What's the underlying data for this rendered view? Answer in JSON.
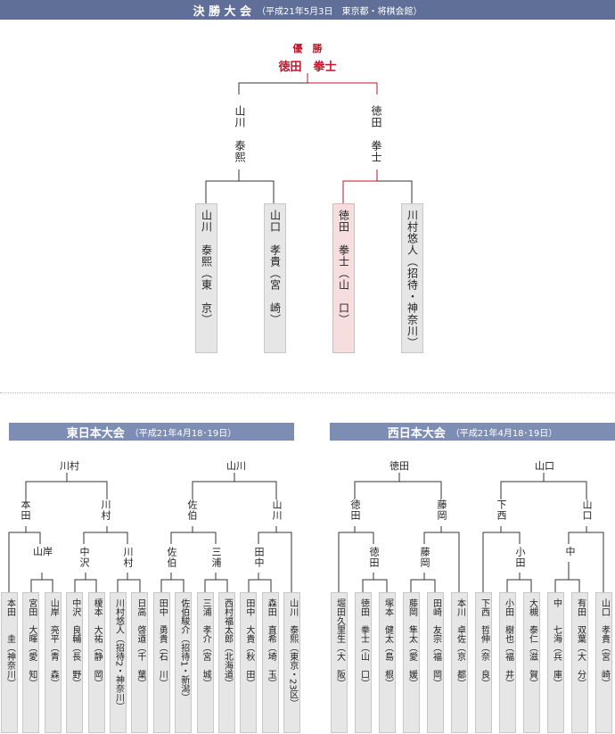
{
  "final": {
    "title": "決 勝 大 会",
    "subtitle": "（平成21年5月3日　東京都・将棋会館）",
    "champion_label": "優　勝",
    "champion_name": "徳田　拳士",
    "finalists": [
      "山川　泰熙",
      "徳田　拳士"
    ],
    "players": [
      {
        "name": "山川　泰熙（東　京）",
        "winner": false
      },
      {
        "name": "山口　孝貴（宮　崎）",
        "winner": false
      },
      {
        "name": "徳田　拳士（山　口）",
        "winner": true
      },
      {
        "name": "川村悠人（招待・神奈川）",
        "winner": false
      }
    ]
  },
  "east": {
    "title": "東日本大会",
    "subtitle": "（平成21年4月18･19日）",
    "final_winners": [
      "川村",
      "山川"
    ],
    "semi_winners": [
      "本田",
      "川村",
      "佐伯",
      "山川"
    ],
    "round2_winners": [
      "山岸",
      "中沢",
      "川村",
      "佐伯",
      "三浦",
      "田中"
    ],
    "players": [
      "本田　　圭（神奈川）",
      "宮田　大暉（愛　知）",
      "山岸　亮平（青　森）",
      "中沢　良輔（長　野）",
      "榎本　大祐（静　岡）",
      "川村悠人（招待2・神奈川）",
      "日高　啓道（千　葉）",
      "田中　勇貴（石　川）",
      "佐伯駿介（招待1・新潟）",
      "三浦　孝介（宮　城）",
      "西村福太郎（北海道）",
      "田中　大貴（秋　田）",
      "森田　直希（埼　玉）",
      "山川　泰熙（東京・23区）"
    ]
  },
  "west": {
    "title": "西日本大会",
    "subtitle": "（平成21年4月18･19日）",
    "final_winners": [
      "徳田",
      "山口"
    ],
    "semi_winners": [
      "徳田",
      "藤岡",
      "下西",
      "山口"
    ],
    "round2_winners": [
      "徳田",
      "藤岡",
      "小田",
      "中"
    ],
    "players": [
      "堀田久里生（大　阪）",
      "徳田　拳士（山　口）",
      "塚本　健太（島　根）",
      "藤岡　隼太（愛　媛）",
      "田崎　友宗（福　岡）",
      "本川　卓佐（京　都）",
      "下西　哲伸（奈　良）",
      "小田　樹也（福　井）",
      "大槻　泰仁（滋　賀）",
      "中　　七海（兵　庫）",
      "有田　双葉（大　分）",
      "山口　孝貴（宮　崎）"
    ]
  }
}
